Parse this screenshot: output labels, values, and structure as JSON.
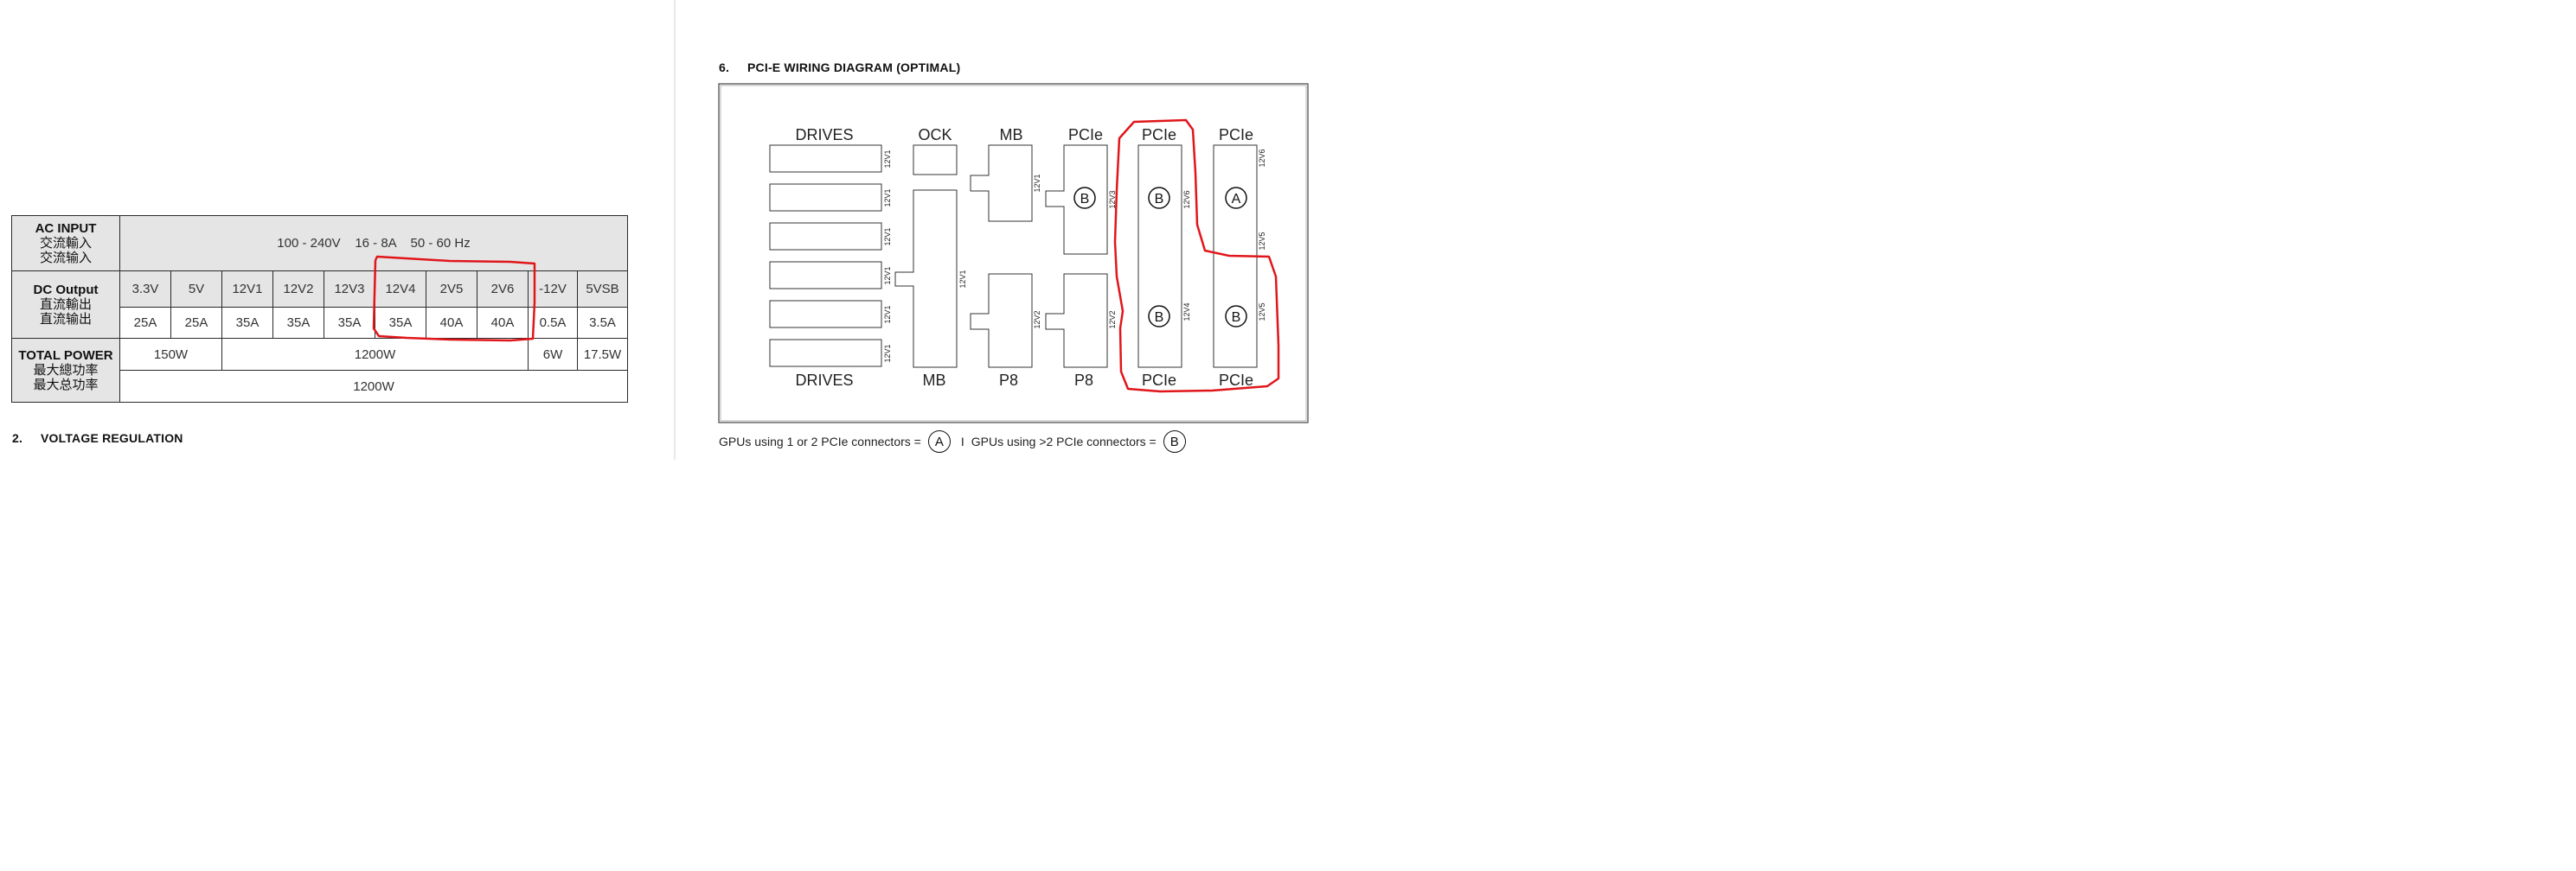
{
  "left_page": {
    "table": {
      "ac_input": {
        "label": "AC INPUT",
        "label_cjk_1": "交流輸入",
        "label_cjk_2": "交流输入",
        "value": "100 - 240V    16 - 8A    50 - 60 Hz"
      },
      "dc_output": {
        "label": "DC Output",
        "label_cjk_1": "直流輸出",
        "label_cjk_2": "直流输出",
        "rails": [
          "3.3V",
          "5V",
          "12V1",
          "12V2",
          "12V3",
          "12V4",
          "2V5",
          "2V6",
          "-12V",
          "5VSB"
        ],
        "currents": [
          "25A",
          "25A",
          "35A",
          "35A",
          "35A",
          "35A",
          "40A",
          "40A",
          "0.5A",
          "3.5A"
        ]
      },
      "total_power": {
        "label": "TOTAL POWER",
        "label_cjk_1": "最大總功率",
        "label_cjk_2": "最大总功率",
        "row1": [
          "150W",
          "1200W",
          "6W",
          "17.5W"
        ],
        "row2": "1200W"
      }
    },
    "section": {
      "number": "2.",
      "title": "VOLTAGE REGULATION"
    }
  },
  "right_page": {
    "section": {
      "number": "6.",
      "title": "PCI-E WIRING DIAGRAM (OPTIMAL)"
    },
    "diagram": {
      "top_labels": [
        "DRIVES",
        "OCK",
        "MB",
        "PCIe",
        "PCIe",
        "PCIe"
      ],
      "bottom_labels": [
        "DRIVES",
        "MB",
        "P8",
        "P8",
        "PCIe",
        "PCIe"
      ],
      "drive_rails": [
        "12V1",
        "12V1",
        "12V1",
        "12V1",
        "12V1",
        "12V1"
      ],
      "mb_main_rail": "12V1",
      "mb_top_rail": "12V1",
      "mb_bottom_rail": "12V2",
      "pcie_col1_top_rail": "12V3",
      "pcie_col1_bottom_rail": "12V2",
      "pcie_col2_top_rail": "12V6",
      "pcie_col2_bottom_rail": "12V4",
      "pcie_col3_top_rail": "12V6",
      "pcie_col3_mid_rail": "12V5",
      "pcie_col3_bottom_rail": "12V5",
      "connector_b": "B",
      "connector_a": "A"
    },
    "legend": {
      "text_a": "GPUs using 1 or 2 PCIe connectors =",
      "symbol_a": "A",
      "separator": "I",
      "text_b": "GPUs using >2 PCIe connectors =",
      "symbol_b": "B"
    }
  },
  "colors": {
    "annotation_red": "#e0161b",
    "table_grey": "#e5e5e5",
    "line": "#2a2a2a"
  }
}
